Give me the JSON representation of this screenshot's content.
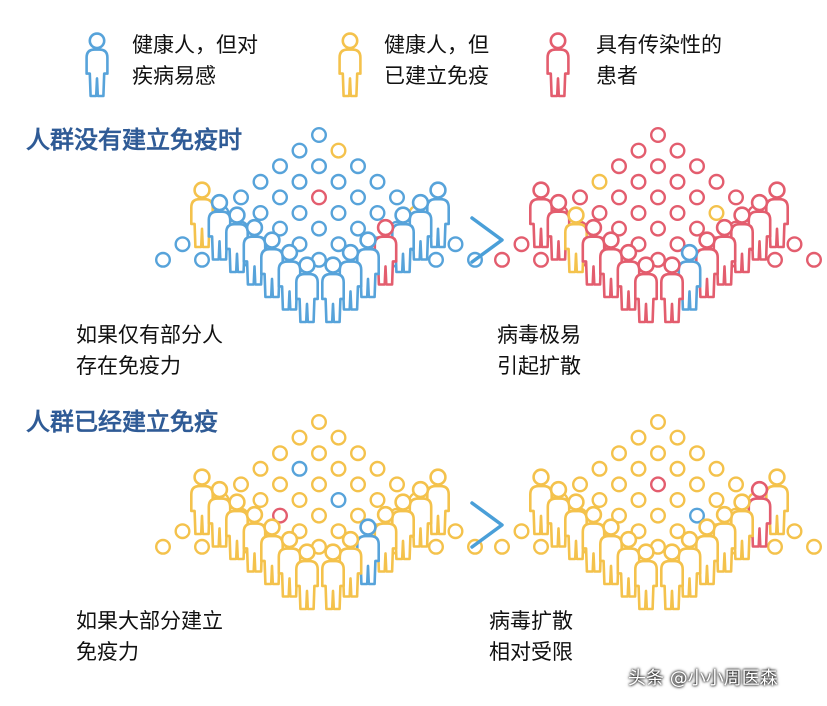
{
  "colors": {
    "blue": "#57a3da",
    "yellow": "#f4c24c",
    "red": "#e35d6e",
    "arrow": "#4a9fd8"
  },
  "legend": [
    {
      "label": "健康人，但对\n疾病易感",
      "color": "blue"
    },
    {
      "label": "健康人，但\n已建立免疫",
      "color": "yellow"
    },
    {
      "label": "具有传染性的\n患者",
      "color": "red"
    }
  ],
  "section1": {
    "title": "人群没有建立免疫时",
    "left_caption": "如果仅有部分人\n存在免疫力",
    "right_caption": "病毒极易\n引起扩散"
  },
  "section2": {
    "title": "人群已经建立免疫",
    "left_caption": "如果大部分建立\n免疫力",
    "right_caption": "病毒扩散\n相对受限"
  },
  "panels": [
    {
      "base": "blue",
      "circle_specials": [
        {
          "r": 1,
          "c": 1,
          "color": "yellow"
        },
        {
          "r": 4,
          "c": 2,
          "color": "red"
        },
        {
          "r": 5,
          "c": 5,
          "color": "yellow"
        }
      ],
      "people": [
        "yellow",
        "blue",
        "blue",
        "blue",
        "blue",
        "blue",
        "blue",
        "red",
        "blue",
        "blue",
        "blue",
        "blue",
        "blue",
        "blue"
      ]
    },
    {
      "base": "red",
      "circle_specials": [
        {
          "r": 3,
          "c": 0,
          "color": "yellow"
        },
        {
          "r": 5,
          "c": 4,
          "color": "yellow"
        }
      ],
      "people": [
        "red",
        "red",
        "red",
        "red",
        "yellow",
        "red",
        "red",
        "red",
        "red",
        "red",
        "red",
        "blue",
        "red",
        "red"
      ]
    },
    {
      "base": "yellow",
      "circle_specials": [
        {
          "r": 3,
          "c": 1,
          "color": "blue"
        },
        {
          "r": 5,
          "c": 3,
          "color": "blue"
        },
        {
          "r": 6,
          "c": 2,
          "color": "red"
        }
      ],
      "people": [
        "yellow",
        "yellow",
        "yellow",
        "yellow",
        "yellow",
        "yellow",
        "yellow",
        "yellow",
        "yellow",
        "blue",
        "yellow",
        "yellow",
        "yellow",
        "yellow"
      ]
    },
    {
      "base": "yellow",
      "circle_specials": [
        {
          "r": 4,
          "c": 2,
          "color": "red"
        },
        {
          "r": 6,
          "c": 4,
          "color": "blue"
        }
      ],
      "people": [
        "yellow",
        "yellow",
        "yellow",
        "red",
        "yellow",
        "yellow",
        "yellow",
        "yellow",
        "yellow",
        "yellow",
        "yellow",
        "yellow",
        "yellow",
        "yellow"
      ]
    }
  ],
  "watermark": "头条 @小小周医森"
}
